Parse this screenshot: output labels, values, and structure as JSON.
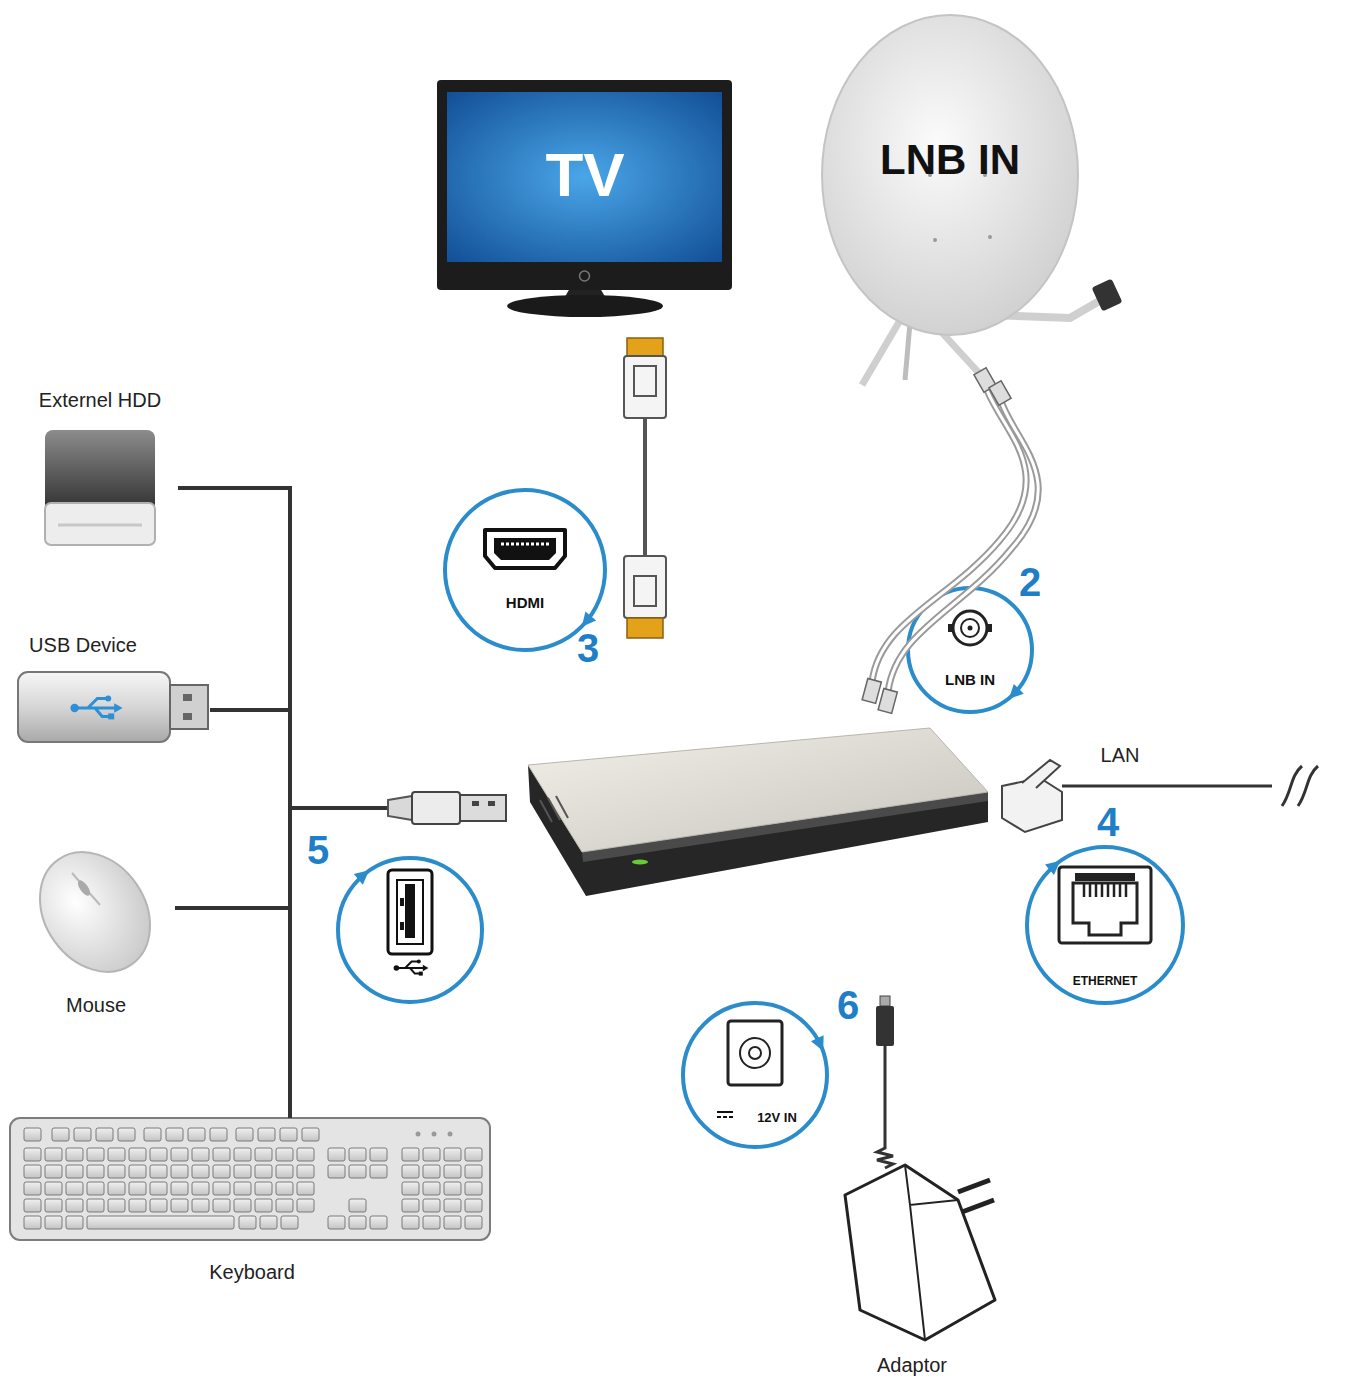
{
  "diagram": {
    "nodes": [
      {
        "text": [
          "TV"
        ]
      },
      {
        "text": [
          "LNB IN"
        ]
      },
      {
        "text": [
          "HDMI",
          "3"
        ]
      },
      {
        "text": [
          "LNB IN",
          "2"
        ]
      },
      {
        "text": [
          "Externel HDD"
        ]
      },
      {
        "text": [
          "USB Device"
        ]
      },
      {
        "text": [
          "5"
        ]
      },
      {
        "text": [
          "ETHERNET",
          "4"
        ]
      },
      {
        "text": [
          "Mouse"
        ]
      },
      {
        "text": [
          "12V IN",
          "6"
        ]
      },
      {
        "text": [
          "Keyboard"
        ]
      },
      {
        "text": [
          "Adaptor"
        ]
      }
    ],
    "edges": [
      {
        "from": 4,
        "to": 6,
        "arrow": "none"
      },
      {
        "from": 5,
        "to": 6,
        "arrow": "none"
      },
      {
        "from": 8,
        "to": 6,
        "arrow": "none"
      },
      {
        "from": 10,
        "to": 6,
        "arrow": "none"
      }
    ],
    "labels": [
      "LAN"
    ]
  }
}
